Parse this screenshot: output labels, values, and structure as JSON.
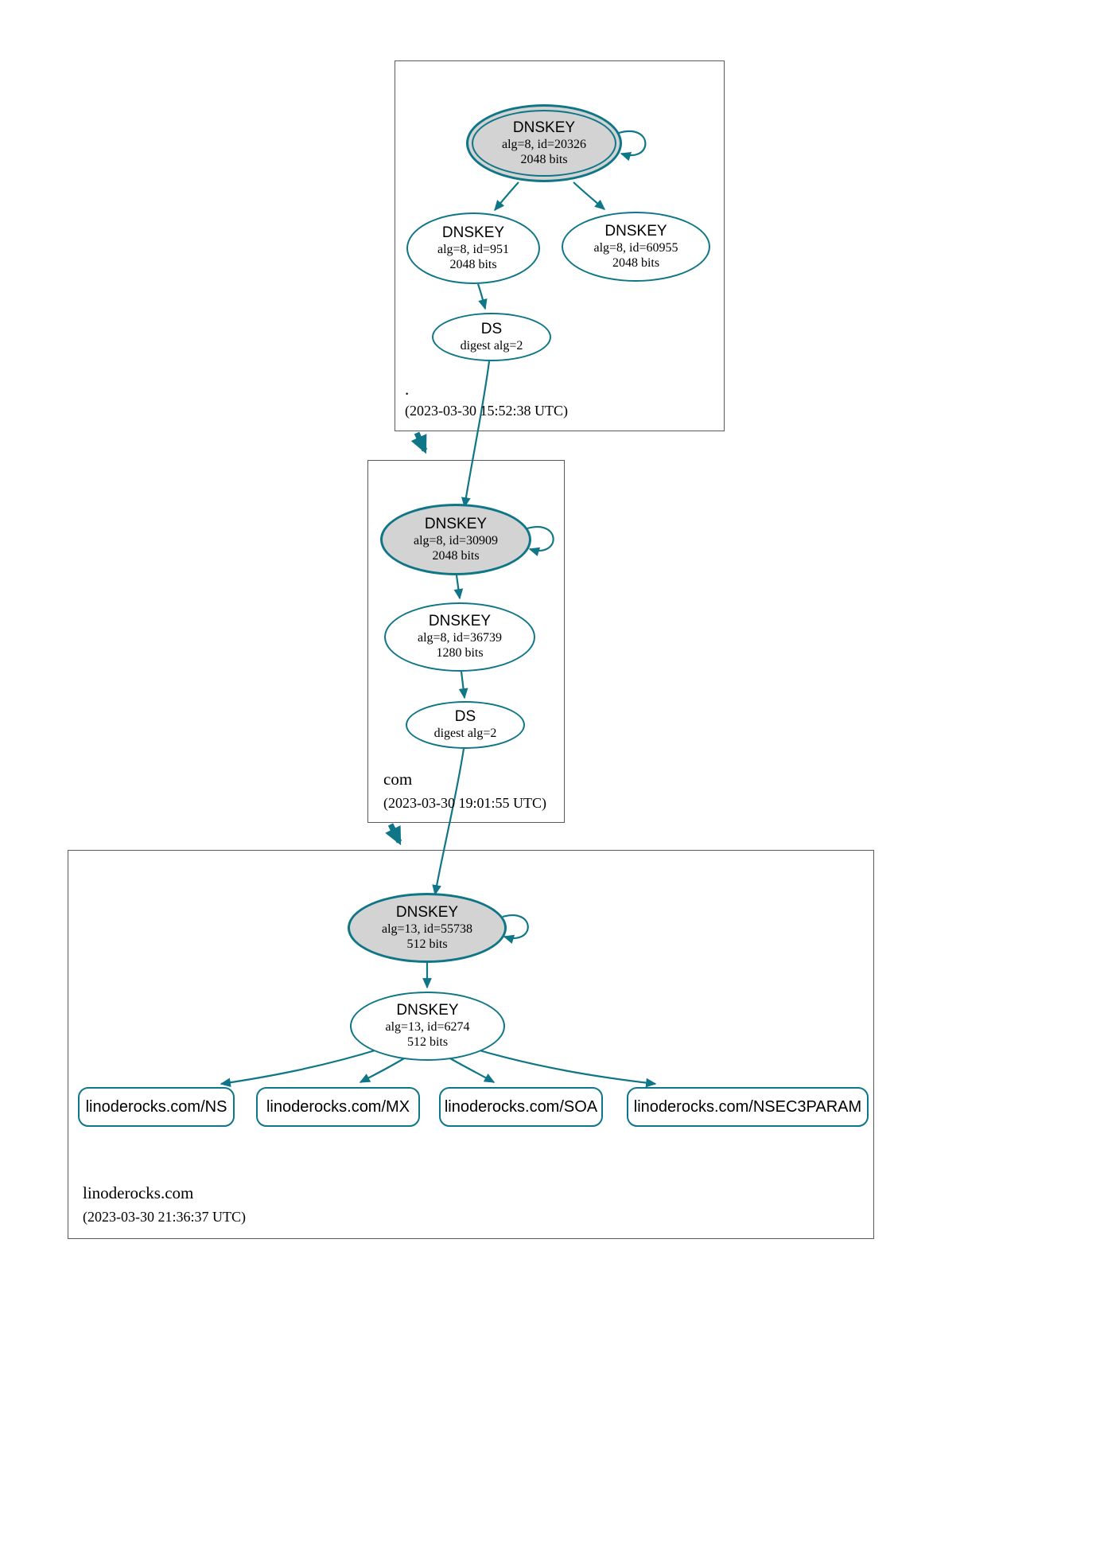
{
  "colors": {
    "edge": "#0e7687",
    "ksk-fill": "#d3d3d3",
    "node-fill": "#ffffff",
    "box-border": "#5a5a5a"
  },
  "zones": [
    {
      "name": ".",
      "timestamp": "(2023-03-30 15:52:38 UTC)",
      "ksk": {
        "type": "DNSKEY",
        "detail": "alg=8, id=20326",
        "bits": "2048 bits"
      },
      "zsk1": {
        "type": "DNSKEY",
        "detail": "alg=8, id=951",
        "bits": "2048 bits"
      },
      "zsk2": {
        "type": "DNSKEY",
        "detail": "alg=8, id=60955",
        "bits": "2048 bits"
      },
      "ds": {
        "type": "DS",
        "detail": "digest alg=2"
      }
    },
    {
      "name": "com",
      "timestamp": "(2023-03-30 19:01:55 UTC)",
      "ksk": {
        "type": "DNSKEY",
        "detail": "alg=8, id=30909",
        "bits": "2048 bits"
      },
      "zsk": {
        "type": "DNSKEY",
        "detail": "alg=8, id=36739",
        "bits": "1280 bits"
      },
      "ds": {
        "type": "DS",
        "detail": "digest alg=2"
      }
    },
    {
      "name": "linoderocks.com",
      "timestamp": "(2023-03-30 21:36:37 UTC)",
      "ksk": {
        "type": "DNSKEY",
        "detail": "alg=13, id=55738",
        "bits": "512 bits"
      },
      "zsk": {
        "type": "DNSKEY",
        "detail": "alg=13, id=6274",
        "bits": "512 bits"
      },
      "rrsets": [
        {
          "label": "linoderocks.com/NS"
        },
        {
          "label": "linoderocks.com/MX"
        },
        {
          "label": "linoderocks.com/SOA"
        },
        {
          "label": "linoderocks.com/NSEC3PARAM"
        }
      ]
    }
  ]
}
